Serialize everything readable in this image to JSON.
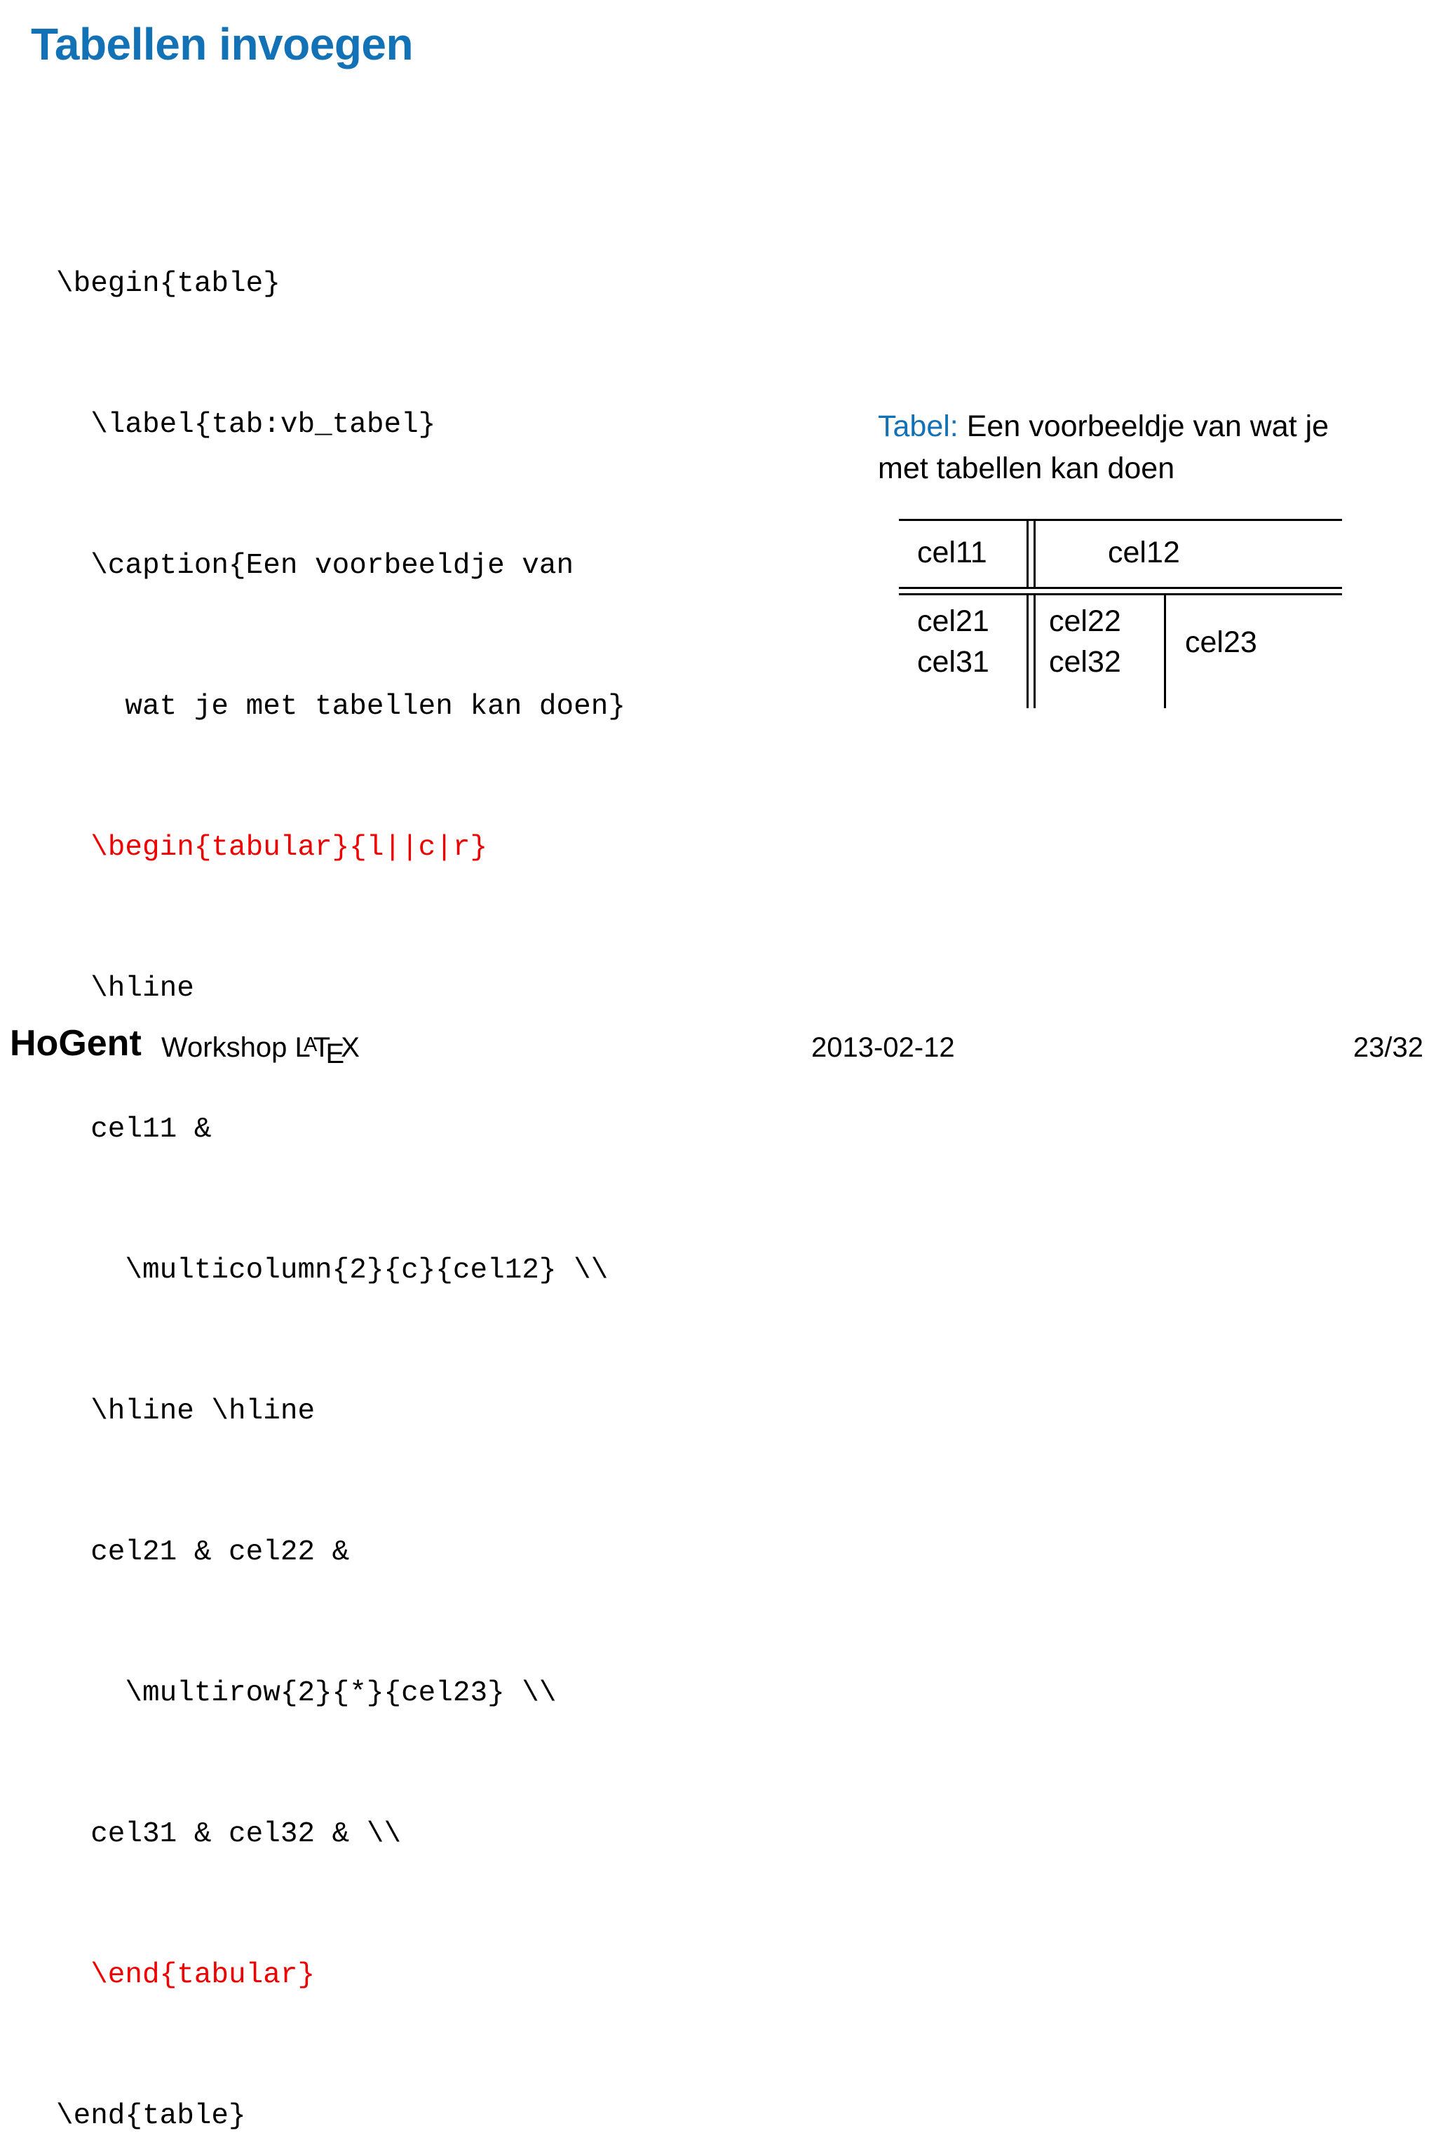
{
  "slide": {
    "title": "Tabellen invoegen",
    "title_color": "#1371B5",
    "background_color": "#ffffff"
  },
  "code_listing": {
    "highlight_color": "#EE0000",
    "text_color": "#000000",
    "lines": [
      {
        "text": "\\begin{table}",
        "highlighted": false
      },
      {
        "text": "  \\label{tab:vb_tabel}",
        "highlighted": false
      },
      {
        "text": "  \\caption{Een voorbeeldje van",
        "highlighted": false
      },
      {
        "text": "    wat je met tabellen kan doen}",
        "highlighted": false
      },
      {
        "text": "  \\begin{tabular}{l||c|r}",
        "highlighted": true
      },
      {
        "text": "  \\hline",
        "highlighted": false
      },
      {
        "text": "  cel11 &",
        "highlighted": false
      },
      {
        "text": "    \\multicolumn{2}{c}{cel12} \\\\",
        "highlighted": false
      },
      {
        "text": "  \\hline \\hline",
        "highlighted": false
      },
      {
        "text": "  cel21 & cel22 &",
        "highlighted": false
      },
      {
        "text": "    \\multirow{2}{*}{cel23} \\\\",
        "highlighted": false
      },
      {
        "text": "  cel31 & cel32 & \\\\",
        "highlighted": false
      },
      {
        "text": "  \\end{tabular}",
        "highlighted": true
      },
      {
        "text": "\\end{table}",
        "highlighted": false
      }
    ]
  },
  "output": {
    "caption_label": "Tabel:",
    "caption_label_color": "#1371B5",
    "caption_text": "Een voorbeeldje van wat je met tabellen kan doen",
    "table": {
      "cells": {
        "cel11": "cel11",
        "cel12": "cel12",
        "cel21": "cel21",
        "cel22": "cel22",
        "cel23": "cel23",
        "cel31": "cel31",
        "cel32": "cel32"
      }
    }
  },
  "footer": {
    "brand": "HoGent",
    "subject_prefix": "Workshop ",
    "logo_l": "L",
    "logo_a": "A",
    "logo_t": "T",
    "logo_e": "E",
    "logo_x": "X",
    "date": "2013-02-12",
    "page": "23/32"
  }
}
